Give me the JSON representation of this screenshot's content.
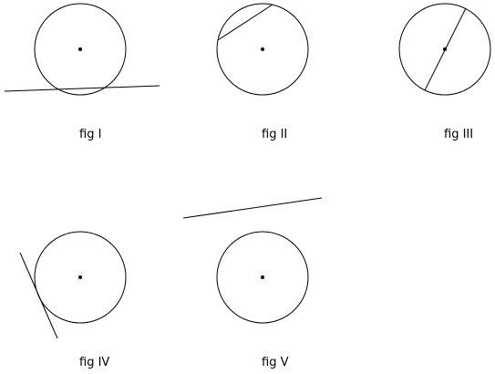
{
  "figures": [
    {
      "label": "fig I"
    },
    {
      "label": "fig II"
    },
    {
      "label": "fig III"
    },
    {
      "label": "fig IV"
    },
    {
      "label": "fig V"
    }
  ]
}
